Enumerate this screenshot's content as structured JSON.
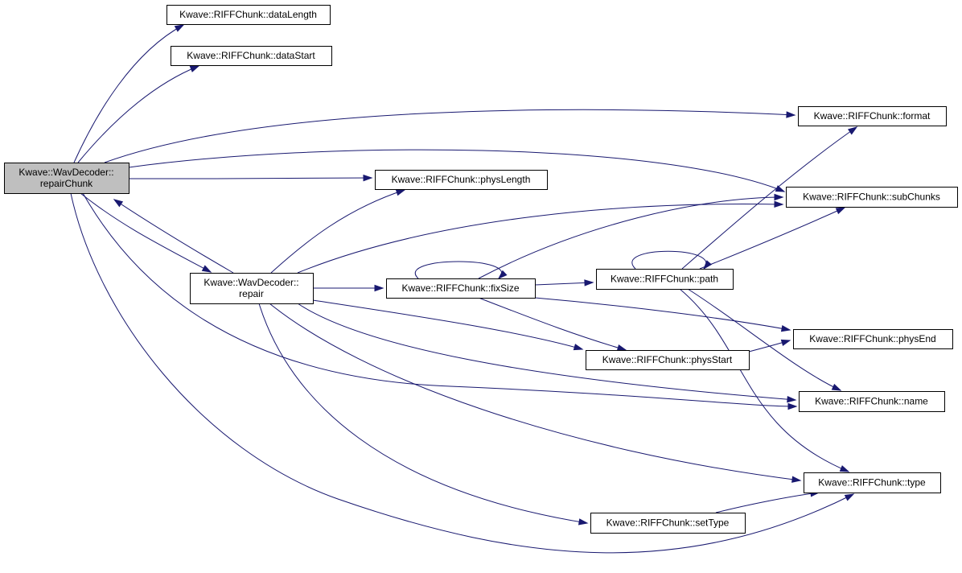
{
  "diagram": {
    "nodes": [
      {
        "id": "repairChunk",
        "lines": [
          "Kwave::WavDecoder::",
          "repairChunk"
        ],
        "highlighted": true
      },
      {
        "id": "dataLength",
        "lines": [
          "Kwave::RIFFChunk::dataLength"
        ]
      },
      {
        "id": "dataStart",
        "lines": [
          "Kwave::RIFFChunk::dataStart"
        ]
      },
      {
        "id": "format",
        "lines": [
          "Kwave::RIFFChunk::format"
        ]
      },
      {
        "id": "physLength",
        "lines": [
          "Kwave::RIFFChunk::physLength"
        ]
      },
      {
        "id": "subChunks",
        "lines": [
          "Kwave::RIFFChunk::subChunks"
        ]
      },
      {
        "id": "repair",
        "lines": [
          "Kwave::WavDecoder::",
          "repair"
        ]
      },
      {
        "id": "fixSize",
        "lines": [
          "Kwave::RIFFChunk::fixSize"
        ]
      },
      {
        "id": "path",
        "lines": [
          "Kwave::RIFFChunk::path"
        ]
      },
      {
        "id": "physEnd",
        "lines": [
          "Kwave::RIFFChunk::physEnd"
        ]
      },
      {
        "id": "physStart",
        "lines": [
          "Kwave::RIFFChunk::physStart"
        ]
      },
      {
        "id": "name",
        "lines": [
          "Kwave::RIFFChunk::name"
        ]
      },
      {
        "id": "type",
        "lines": [
          "Kwave::RIFFChunk::type"
        ]
      },
      {
        "id": "setType",
        "lines": [
          "Kwave::RIFFChunk::setType"
        ]
      }
    ],
    "edges": [
      {
        "from": "repairChunk",
        "to": "dataLength"
      },
      {
        "from": "repairChunk",
        "to": "dataStart"
      },
      {
        "from": "repairChunk",
        "to": "format"
      },
      {
        "from": "repairChunk",
        "to": "physLength"
      },
      {
        "from": "repairChunk",
        "to": "subChunks"
      },
      {
        "from": "repairChunk",
        "to": "repair"
      },
      {
        "from": "repairChunk",
        "to": "name"
      },
      {
        "from": "repairChunk",
        "to": "type"
      },
      {
        "from": "repair",
        "to": "repairChunk"
      },
      {
        "from": "repair",
        "to": "physLength"
      },
      {
        "from": "repair",
        "to": "subChunks"
      },
      {
        "from": "repair",
        "to": "fixSize"
      },
      {
        "from": "repair",
        "to": "physStart"
      },
      {
        "from": "repair",
        "to": "name"
      },
      {
        "from": "repair",
        "to": "type"
      },
      {
        "from": "repair",
        "to": "setType"
      },
      {
        "from": "fixSize",
        "to": "fixSize"
      },
      {
        "from": "fixSize",
        "to": "subChunks"
      },
      {
        "from": "fixSize",
        "to": "path"
      },
      {
        "from": "fixSize",
        "to": "physEnd"
      },
      {
        "from": "fixSize",
        "to": "physStart"
      },
      {
        "from": "path",
        "to": "path"
      },
      {
        "from": "path",
        "to": "format"
      },
      {
        "from": "path",
        "to": "subChunks"
      },
      {
        "from": "path",
        "to": "name"
      },
      {
        "from": "path",
        "to": "type"
      },
      {
        "from": "physStart",
        "to": "physEnd"
      },
      {
        "from": "setType",
        "to": "type"
      }
    ]
  }
}
